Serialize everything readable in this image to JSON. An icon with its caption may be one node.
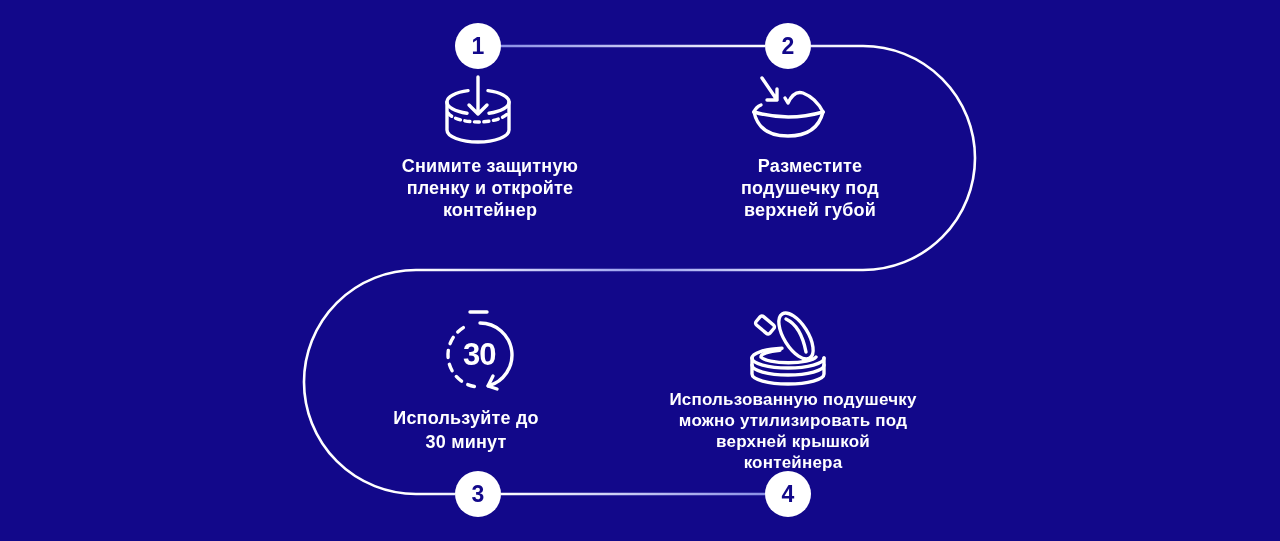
{
  "diagram": {
    "nodes": [
      {
        "text": [
          "1"
        ]
      },
      {
        "text": [
          "2"
        ]
      },
      {
        "text": [
          "3"
        ]
      },
      {
        "text": [
          "4"
        ]
      }
    ],
    "edges": [
      {
        "from": 0,
        "to": 1,
        "arrow": "none"
      },
      {
        "from": 1,
        "to": 2,
        "arrow": "none"
      },
      {
        "from": 2,
        "to": 3,
        "arrow": "none"
      }
    ],
    "labels": [
      "Снимите защитную пленку и откройте контейнер",
      "Разместите подушечку под верхней губой",
      "30",
      "Используйте до 30 минут",
      "Использованную подушечку можно утилизировать под верхней крышкой контейнера"
    ]
  }
}
